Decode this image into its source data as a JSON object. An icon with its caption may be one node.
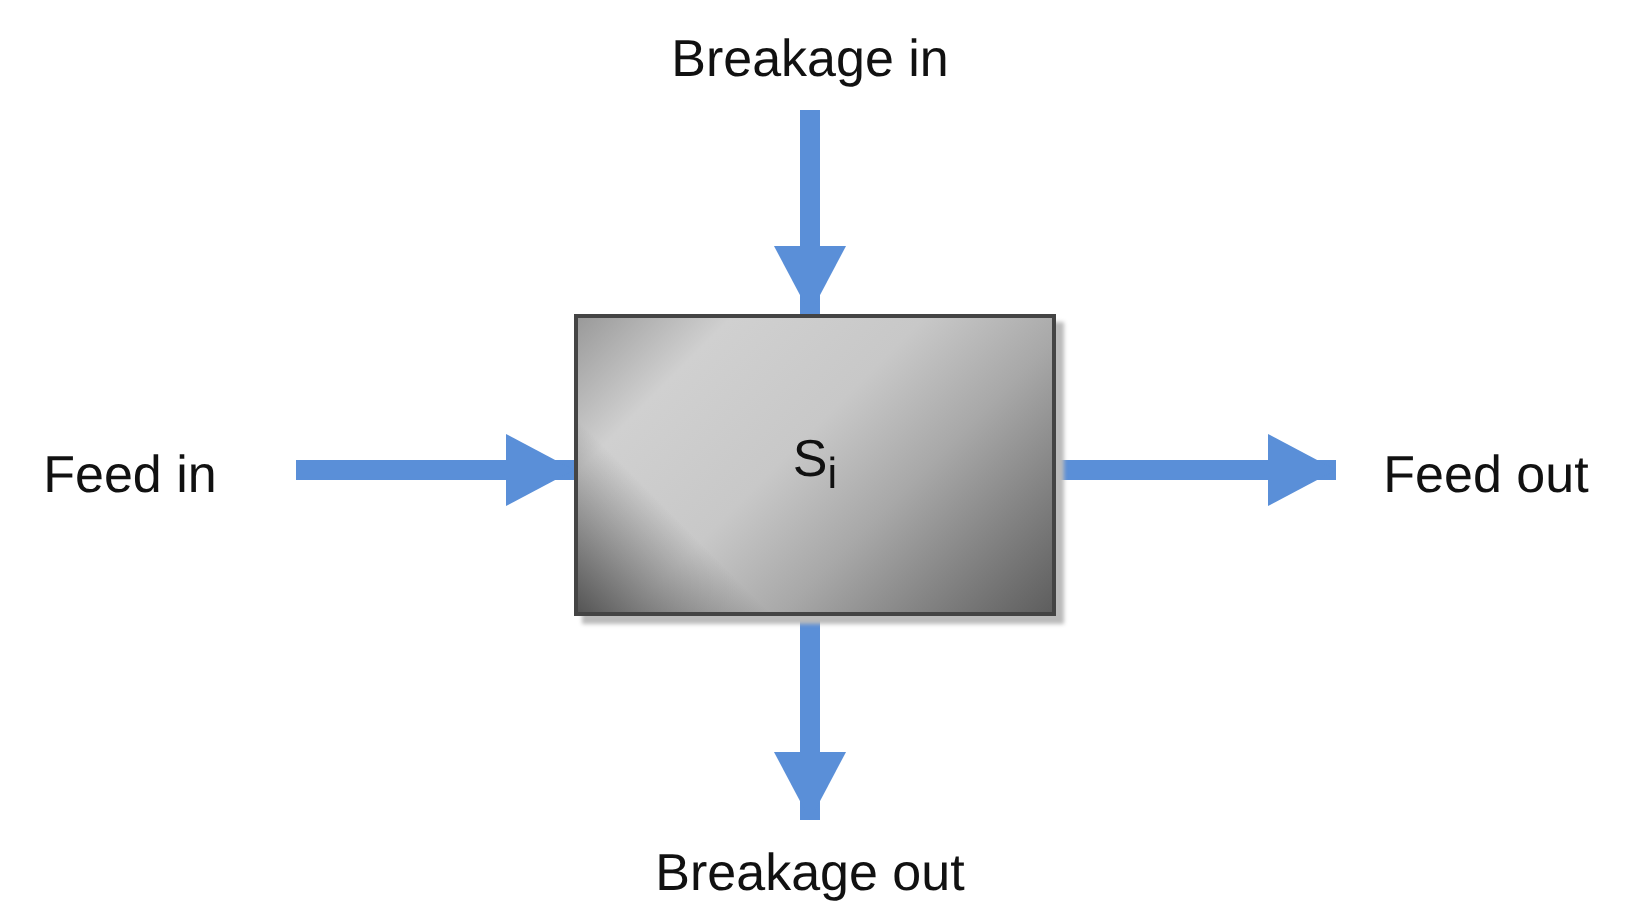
{
  "diagram": {
    "nodes": [
      {
        "text": [
          "Breakage in"
        ]
      },
      {
        "text": [
          "Feed in"
        ]
      },
      {
        "text": [
          "S$_{i}$"
        ]
      },
      {
        "text": [
          "Feed out"
        ]
      },
      {
        "text": [
          "Breakage out"
        ]
      }
    ],
    "edges": [
      {
        "from": 0,
        "to": 2,
        "arrow": "to"
      },
      {
        "from": 1,
        "to": 2,
        "arrow": "to"
      },
      {
        "from": 2,
        "to": 3,
        "arrow": "to"
      },
      {
        "from": 2,
        "to": 4,
        "arrow": "to"
      }
    ]
  }
}
